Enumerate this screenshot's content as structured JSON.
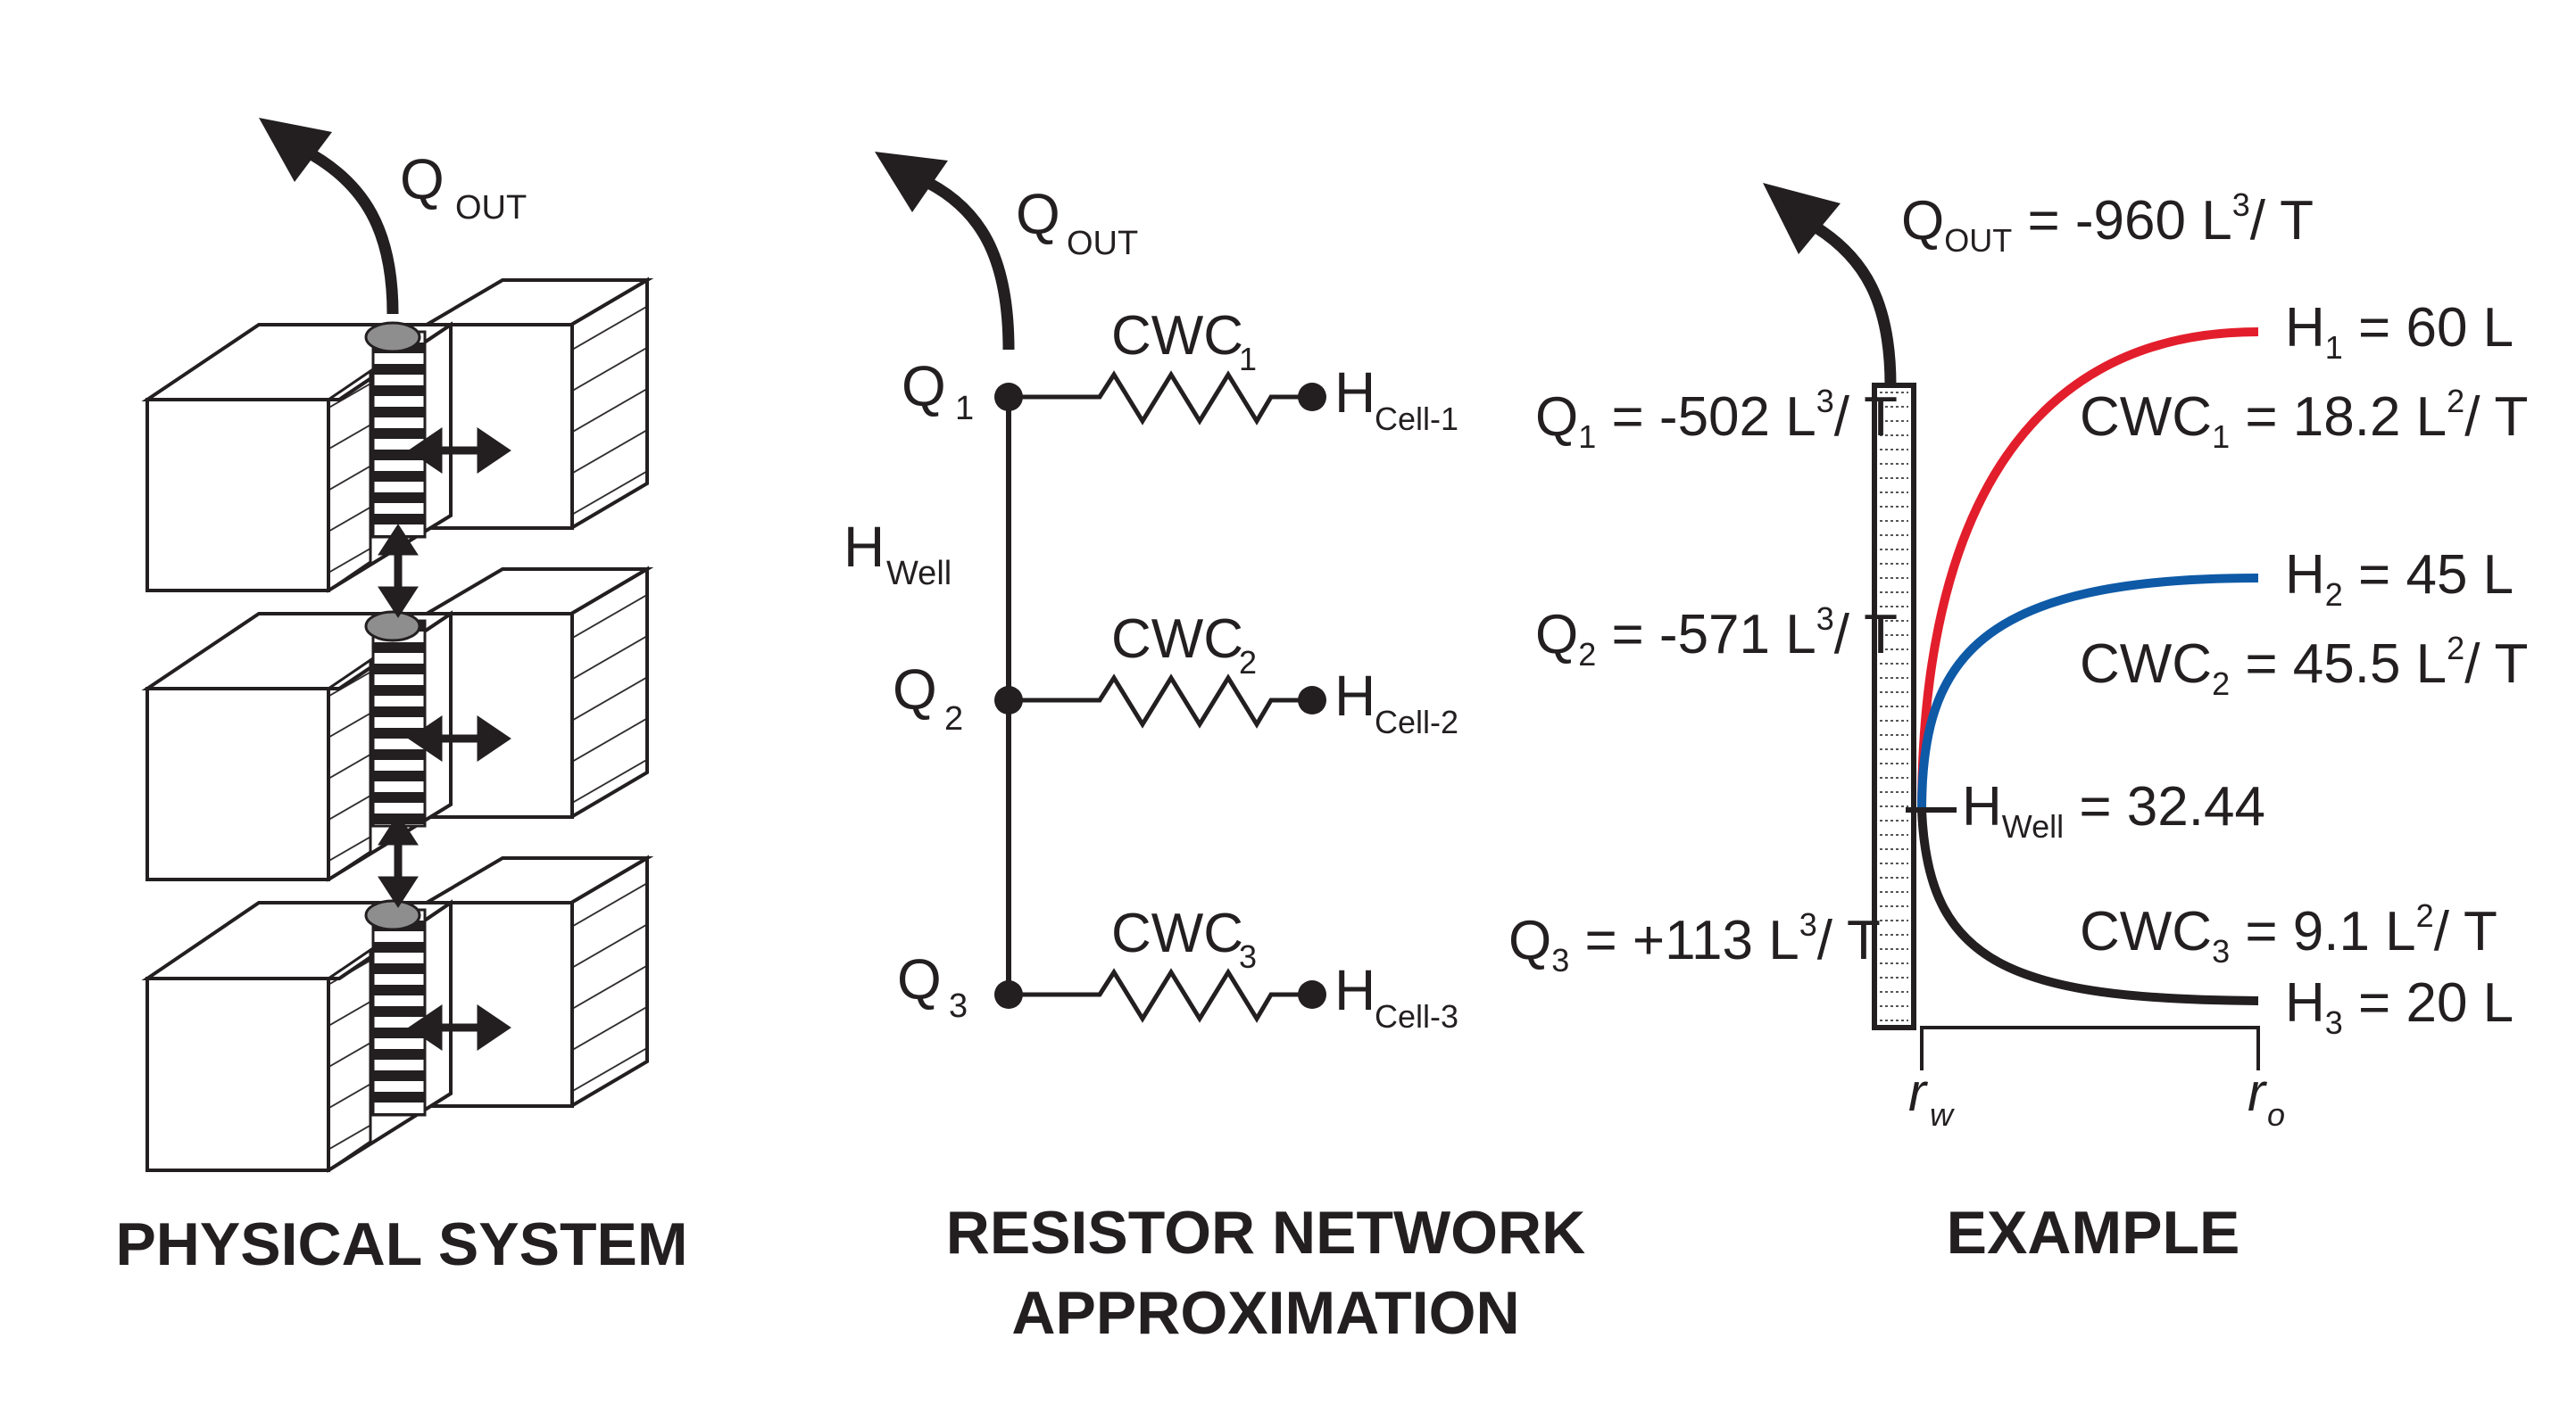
{
  "panels": {
    "physical": {
      "title": "PHYSICAL SYSTEM",
      "q_out": "Q",
      "q_out_sub": "OUT"
    },
    "network": {
      "title_line1": "RESISTOR NETWORK",
      "title_line2": "APPROXIMATION",
      "q_out": "Q",
      "q_out_sub": "OUT",
      "h_well": "H",
      "h_well_sub": "Well",
      "nodes": [
        {
          "q": "Q",
          "q_sub": "1",
          "cwc": "CWC",
          "cwc_sub": "1",
          "h": "H",
          "h_sub": "Cell-1"
        },
        {
          "q": "Q",
          "q_sub": "2",
          "cwc": "CWC",
          "cwc_sub": "2",
          "h": "H",
          "h_sub": "Cell-2"
        },
        {
          "q": "Q",
          "q_sub": "3",
          "cwc": "CWC",
          "cwc_sub": "3",
          "h": "H",
          "h_sub": "Cell-3"
        }
      ]
    },
    "example": {
      "title": "EXAMPLE",
      "q_out": {
        "base": "Q",
        "sub": "OUT",
        "eq": " = -960 L",
        "sup": "3",
        "tail": "/ T"
      },
      "flows": [
        {
          "base": "Q",
          "sub": "1",
          "eq": " = -502 L",
          "sup": "3",
          "tail": "/ T"
        },
        {
          "base": "Q",
          "sub": "2",
          "eq": " = -571 L",
          "sup": "3",
          "tail": "/ T"
        },
        {
          "base": "Q",
          "sub": "3",
          "eq": " = +113 L",
          "sup": "3",
          "tail": "/ T"
        }
      ],
      "heads": [
        {
          "base": "H",
          "sub": "1",
          "eq": " = 60 L"
        },
        {
          "base": "H",
          "sub": "2",
          "eq": " = 45 L"
        },
        {
          "base": "H",
          "sub": "3",
          "eq": " = 20 L"
        }
      ],
      "conductances": [
        {
          "base": "CWC",
          "sub": "1",
          "eq": " = 18.2 L",
          "sup": "2",
          "tail": "/ T"
        },
        {
          "base": "CWC",
          "sub": "2",
          "eq": " = 45.5 L",
          "sup": "2",
          "tail": "/ T"
        },
        {
          "base": "CWC",
          "sub": "3",
          "eq": " = 9.1 L",
          "sup": "2",
          "tail": "/ T"
        }
      ],
      "h_well": {
        "base": "H",
        "sub": "Well",
        "eq": " = 32.44"
      },
      "r_w": {
        "base": "r",
        "sub": "w"
      },
      "r_o": {
        "base": "r",
        "sub": "o"
      },
      "curve_colors": [
        "#e31e2c",
        "#0e5aa7",
        "#231f20"
      ]
    }
  }
}
